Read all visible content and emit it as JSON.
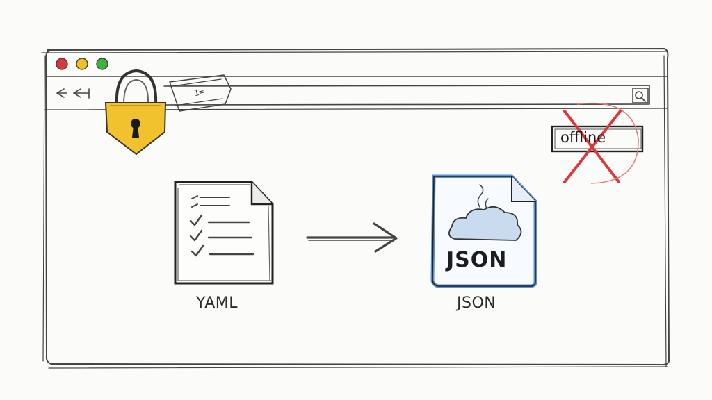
{
  "browser": {
    "window_controls": [
      {
        "name": "close",
        "color": "#e0343a"
      },
      {
        "name": "minimize",
        "color": "#f0c020"
      },
      {
        "name": "maximize",
        "color": "#3cb43c"
      }
    ],
    "back_icon": "back-arrows-icon",
    "search_icon": "magnifier-icon",
    "address_text": "1=",
    "status_badge": "offline"
  },
  "conversion": {
    "source_label": "YAML",
    "target_label": "JSON",
    "target_doc_text": "JSON",
    "arrow": "arrow-right-icon"
  },
  "colors": {
    "lock": "#f2c12e",
    "json_doc_border": "#5b8fd0",
    "offline_cross": "#d83a3a",
    "cloud": "#c9dcef"
  }
}
